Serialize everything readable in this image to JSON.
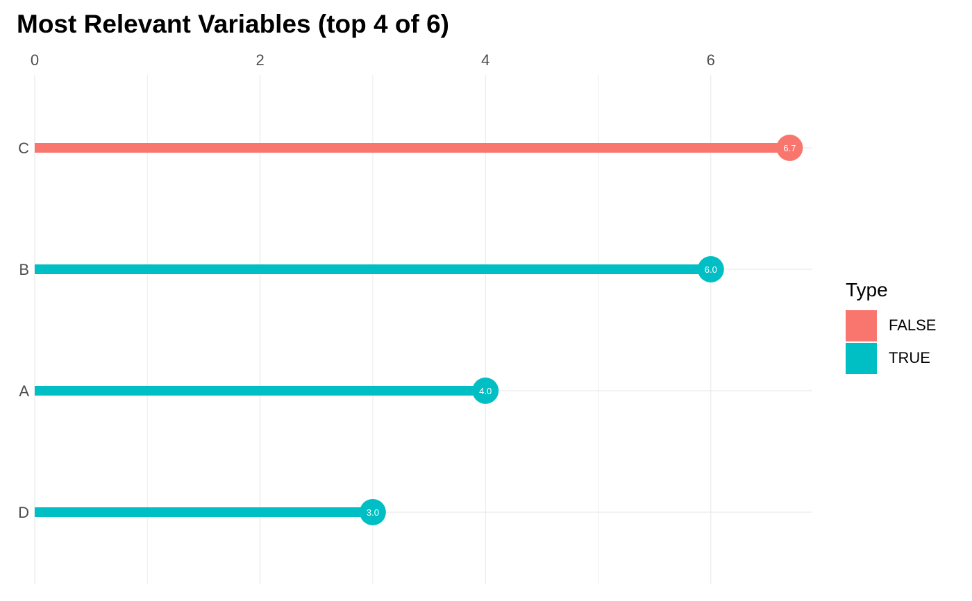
{
  "chart_data": {
    "type": "bar",
    "style": "lollipop",
    "orientation": "horizontal",
    "title": "Most Relevant Variables (top 4 of 6)",
    "xlabel": "",
    "ylabel": "",
    "x_axis_position": "top",
    "xlim": [
      0,
      7
    ],
    "x_ticks": [
      0,
      2,
      4,
      6
    ],
    "grid": true,
    "categories": [
      "C",
      "B",
      "A",
      "D"
    ],
    "values": [
      6.7,
      6.0,
      4.0,
      3.0
    ],
    "value_labels": [
      "6.7",
      "6.0",
      "4.0",
      "3.0"
    ],
    "types": [
      "FALSE",
      "TRUE",
      "TRUE",
      "TRUE"
    ],
    "legend": {
      "title": "Type",
      "placement": "right",
      "entries": [
        {
          "label": "FALSE",
          "color": "#F8766D"
        },
        {
          "label": "TRUE",
          "color": "#00BFC4"
        }
      ]
    }
  }
}
